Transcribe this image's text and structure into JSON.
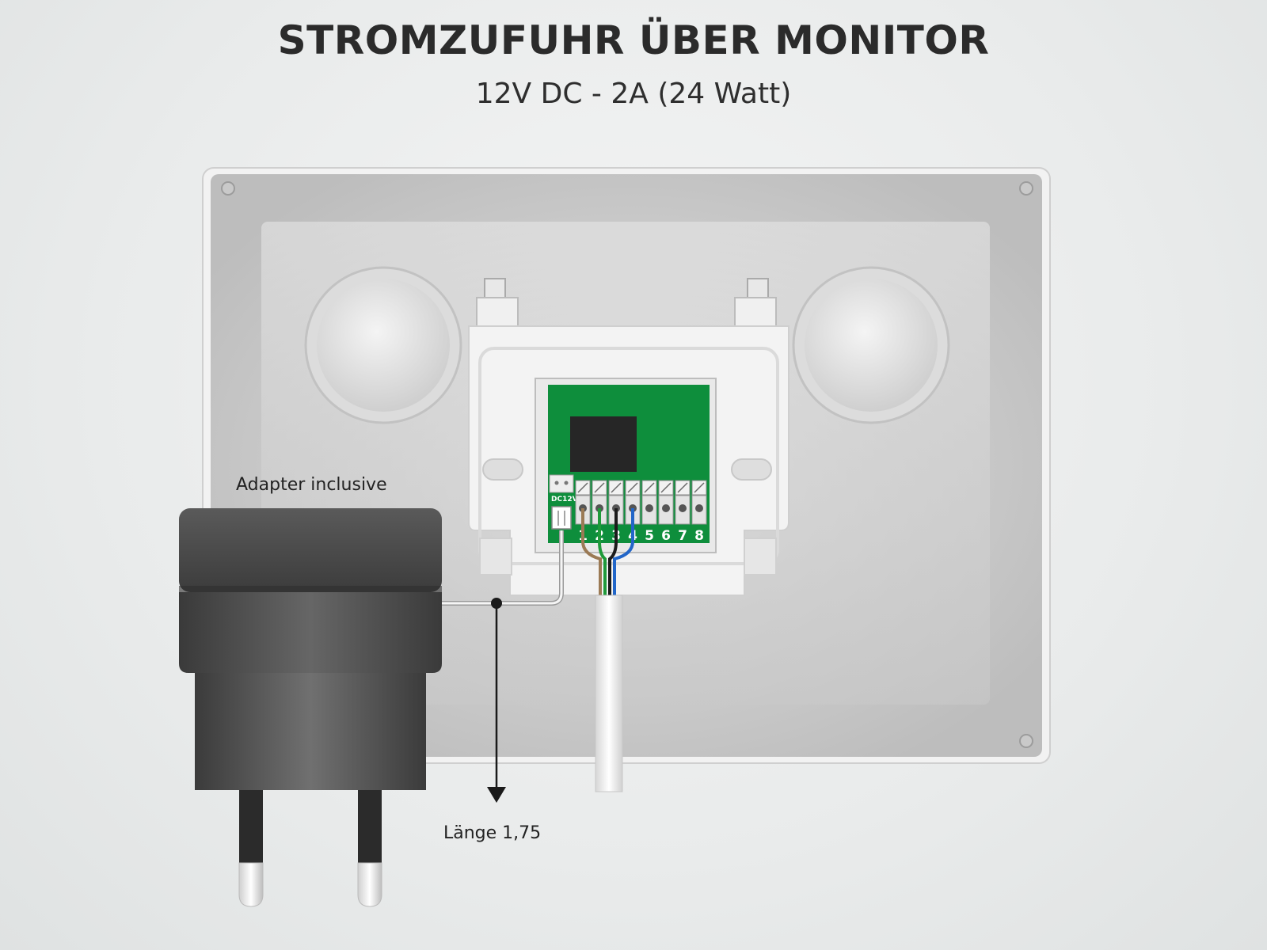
{
  "header": {
    "title": "STROMZUFUHR ÜBER MONITOR",
    "subtitle": "12V DC - 2A (24 Watt)"
  },
  "labels": {
    "adapter": "Adapter inclusive",
    "length": "Länge 1,75",
    "dc_port": "DC12V"
  },
  "terminals": [
    "1",
    "2",
    "3",
    "4",
    "5",
    "6",
    "7",
    "8"
  ],
  "wire_colors": [
    "#9b7a55",
    "#1f9a3a",
    "#1b1b1b",
    "#2266c8"
  ],
  "colors": {
    "pcb": "#0e8e3c",
    "adapter": "#4a4a4a",
    "housing": "#d8d8d8"
  }
}
